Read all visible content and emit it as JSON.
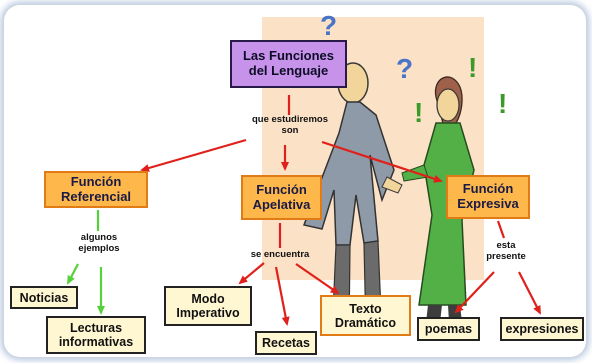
{
  "nodes": {
    "root": {
      "line1": "Las Funciones",
      "line2": "del Lenguaje"
    },
    "func_ref": {
      "line1": "Función",
      "line2": "Referencial"
    },
    "func_ape": {
      "line1": "Función",
      "line2": "Apelativa"
    },
    "func_exp": {
      "line1": "Función",
      "line2": "Expresiva"
    },
    "noticias": "Noticias",
    "lecturas": {
      "line1": "Lecturas",
      "line2": "informativas"
    },
    "modo": {
      "line1": "Modo",
      "line2": "Imperativo"
    },
    "recetas": "Recetas",
    "texto": {
      "line1": "Texto",
      "line2": "Dramático"
    },
    "poemas": "poemas",
    "expresiones": "expresiones"
  },
  "links": {
    "que_estudiremos": {
      "line1": "que estudiremos",
      "line2": "son"
    },
    "algunos_ejemplos": {
      "line1": "algunos",
      "line2": "ejemplos"
    },
    "se_encuentra": "se encuentra",
    "esta_presente": {
      "line1": "esta",
      "line2": "presente"
    }
  },
  "illustration": {
    "marks": [
      "?",
      "?",
      "!",
      "!",
      "!"
    ]
  },
  "colors": {
    "root_fill": "#c792ea",
    "function_fill": "#fdb74a",
    "function_border": "#e07b16",
    "leaf_fill": "#fff6d2",
    "arrow_red": "#e0201a",
    "arrow_green": "#55d23a",
    "question_blue": "#4a74c8",
    "exclaim_green": "#3d9a2a",
    "background_panel": "#fbe2c6"
  }
}
